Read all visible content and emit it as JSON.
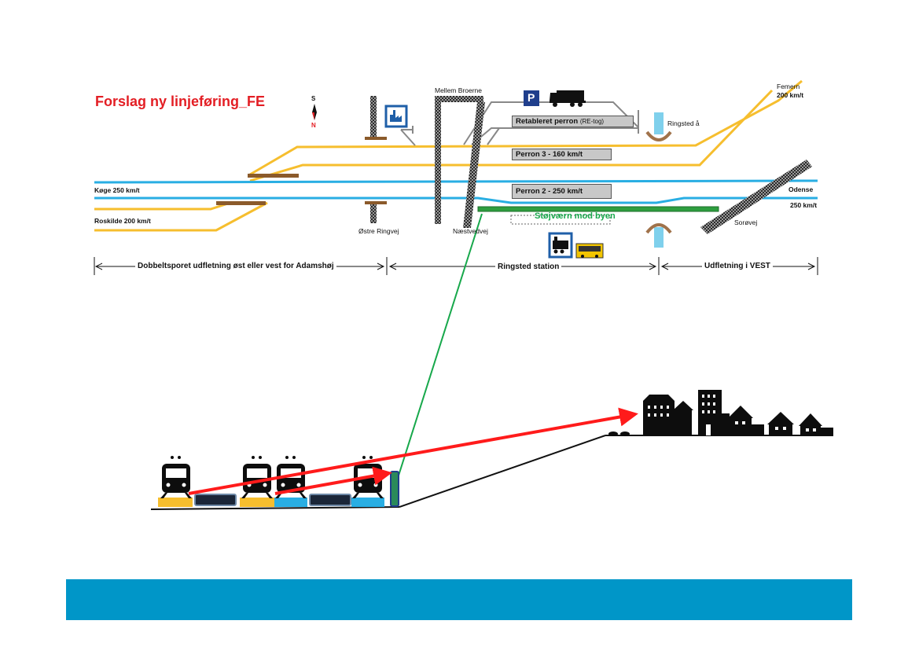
{
  "title": "Forslag ny linjeføring_FE",
  "compass": {
    "south": "S",
    "north": "N"
  },
  "labels": {
    "mellem_broerne": "Mellem Broerne",
    "femern": "Femern",
    "femern_speed": "200 km/t",
    "ringsted_aa": "Ringsted å",
    "koge": "Køge 250 km/t",
    "roskilde": "Roskilde 200 km/t",
    "odense": "Odense",
    "odense_speed": "250 km/t",
    "ostre_ringvej": "Østre Ringvej",
    "naestvedvej": "Næstvedvej",
    "sorovej": "Sorøvej",
    "stojvaern": "Støjværn mod byen"
  },
  "platforms": {
    "retableret_main": "Retableret perron",
    "retableret_note": "(RE-tog)",
    "perron3": "Perron 3 - 160 km/t",
    "perron2": "Perron 2 - 250 km/t"
  },
  "sections": {
    "east": "Dobbeltsporet udfletning øst eller vest for Adamshøj",
    "station": "Ringsted station",
    "west": "Udfletning i VEST"
  },
  "icons": {
    "parking": "P"
  },
  "colors": {
    "title": "#e31e24",
    "yellow_track": "#f6be2e",
    "blue_track": "#29aee3",
    "noise_barrier": "#2e9e3f",
    "sightline": "#17a84b",
    "arrow": "#ff1b1b",
    "bridge": "#3a3a3a",
    "bottom_bar": "#0096c8"
  }
}
